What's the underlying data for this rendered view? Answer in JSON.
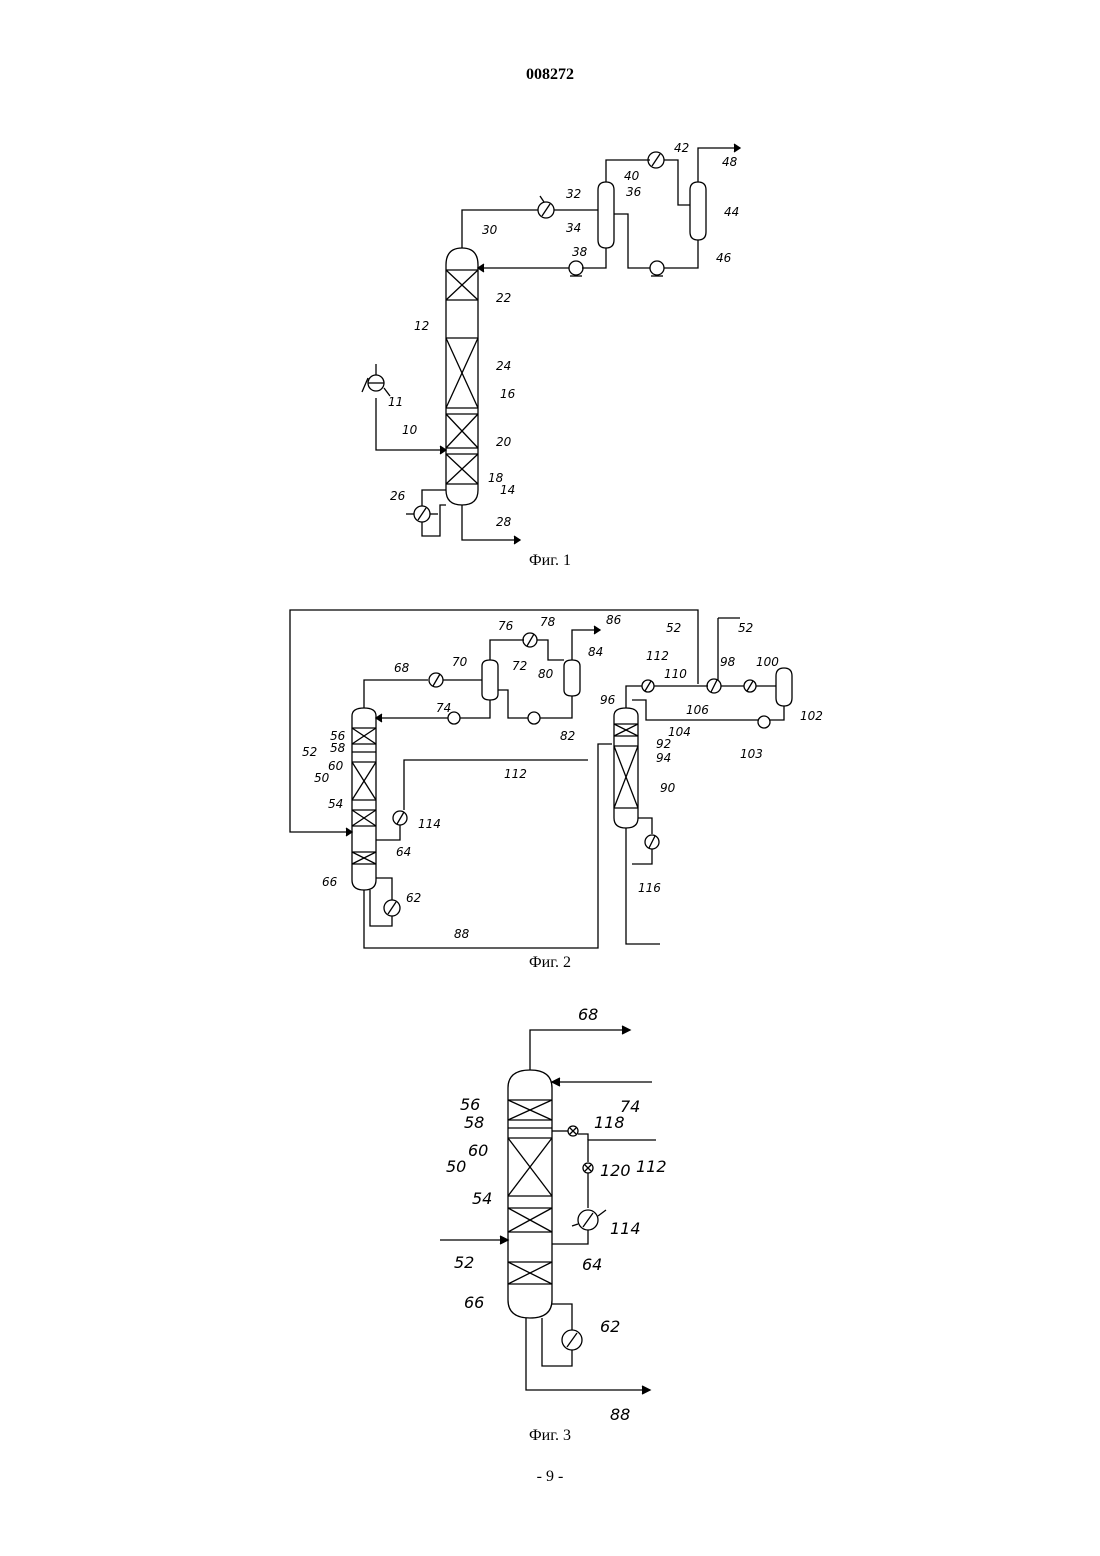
{
  "doc": {
    "number": "008272",
    "page": "- 9 -"
  },
  "fig1": {
    "caption": "Фиг. 1",
    "labels": {
      "l10": "10",
      "l11": "11",
      "l12": "12",
      "l14": "14",
      "l16": "16",
      "l18": "18",
      "l20": "20",
      "l22": "22",
      "l24": "24",
      "l26": "26",
      "l28": "28",
      "l30": "30",
      "l32": "32",
      "l34": "34",
      "l36": "36",
      "l38": "38",
      "l40": "40",
      "l42": "42",
      "l44": "44",
      "l46": "46",
      "l48": "48"
    }
  },
  "fig2": {
    "caption": "Фиг. 2",
    "labels": {
      "l50": "50",
      "l52a": "52",
      "l52b": "52",
      "l52c": "52",
      "l54": "54",
      "l56": "56",
      "l58": "58",
      "l60": "60",
      "l62": "62",
      "l64": "64",
      "l66": "66",
      "l68": "68",
      "l70": "70",
      "l72": "72",
      "l74": "74",
      "l76": "76",
      "l78": "78",
      "l80": "80",
      "l82": "82",
      "l84": "84",
      "l86": "86",
      "l88": "88",
      "l90": "90",
      "l92": "92",
      "l94": "94",
      "l96": "96",
      "l98": "98",
      "l100": "100",
      "l102": "102",
      "l103": "103",
      "l104": "104",
      "l106": "106",
      "l110": "110",
      "l112a": "112",
      "l112b": "112",
      "l114": "114",
      "l116": "116"
    }
  },
  "fig3": {
    "caption": "Фиг. 3",
    "labels": {
      "l50": "50",
      "l52": "52",
      "l54": "54",
      "l56": "56",
      "l58": "58",
      "l60": "60",
      "l62": "62",
      "l64": "64",
      "l66": "66",
      "l68": "68",
      "l74": "74",
      "l88": "88",
      "l112": "112",
      "l114": "114",
      "l118": "118",
      "l120": "120"
    }
  }
}
